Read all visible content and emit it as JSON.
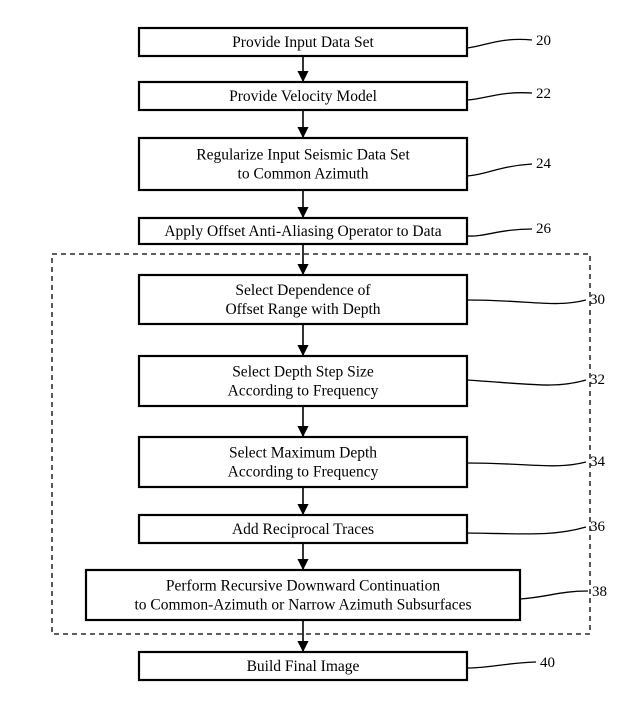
{
  "flowchart": {
    "steps": [
      {
        "id": "provide-input-data-set",
        "lines": [
          "Provide Input Data Set"
        ],
        "ref": "20"
      },
      {
        "id": "provide-velocity-model",
        "lines": [
          "Provide Velocity Model"
        ],
        "ref": "22"
      },
      {
        "id": "regularize-input-seismic-data-set",
        "lines": [
          "Regularize Input Seismic Data Set",
          "to Common Azimuth"
        ],
        "ref": "24"
      },
      {
        "id": "apply-offset-anti-aliasing-operator",
        "lines": [
          "Apply Offset Anti-Aliasing Operator to Data"
        ],
        "ref": "26"
      },
      {
        "id": "select-dependence-of-offset-range",
        "lines": [
          "Select Dependence of",
          "Offset Range with Depth"
        ],
        "ref": "30"
      },
      {
        "id": "select-depth-step-size",
        "lines": [
          "Select Depth Step Size",
          "According to Frequency"
        ],
        "ref": "32"
      },
      {
        "id": "select-maximum-depth",
        "lines": [
          "Select Maximum Depth",
          "According to Frequency"
        ],
        "ref": "34"
      },
      {
        "id": "add-reciprocal-traces",
        "lines": [
          "Add Reciprocal Traces"
        ],
        "ref": "36"
      },
      {
        "id": "perform-recursive-downward-continuation",
        "lines": [
          "Perform Recursive Downward Continuation",
          "to Common-Azimuth or Narrow Azimuth Subsurfaces"
        ],
        "ref": "38"
      },
      {
        "id": "build-final-image",
        "lines": [
          "Build Final Image"
        ],
        "ref": "40"
      }
    ]
  }
}
